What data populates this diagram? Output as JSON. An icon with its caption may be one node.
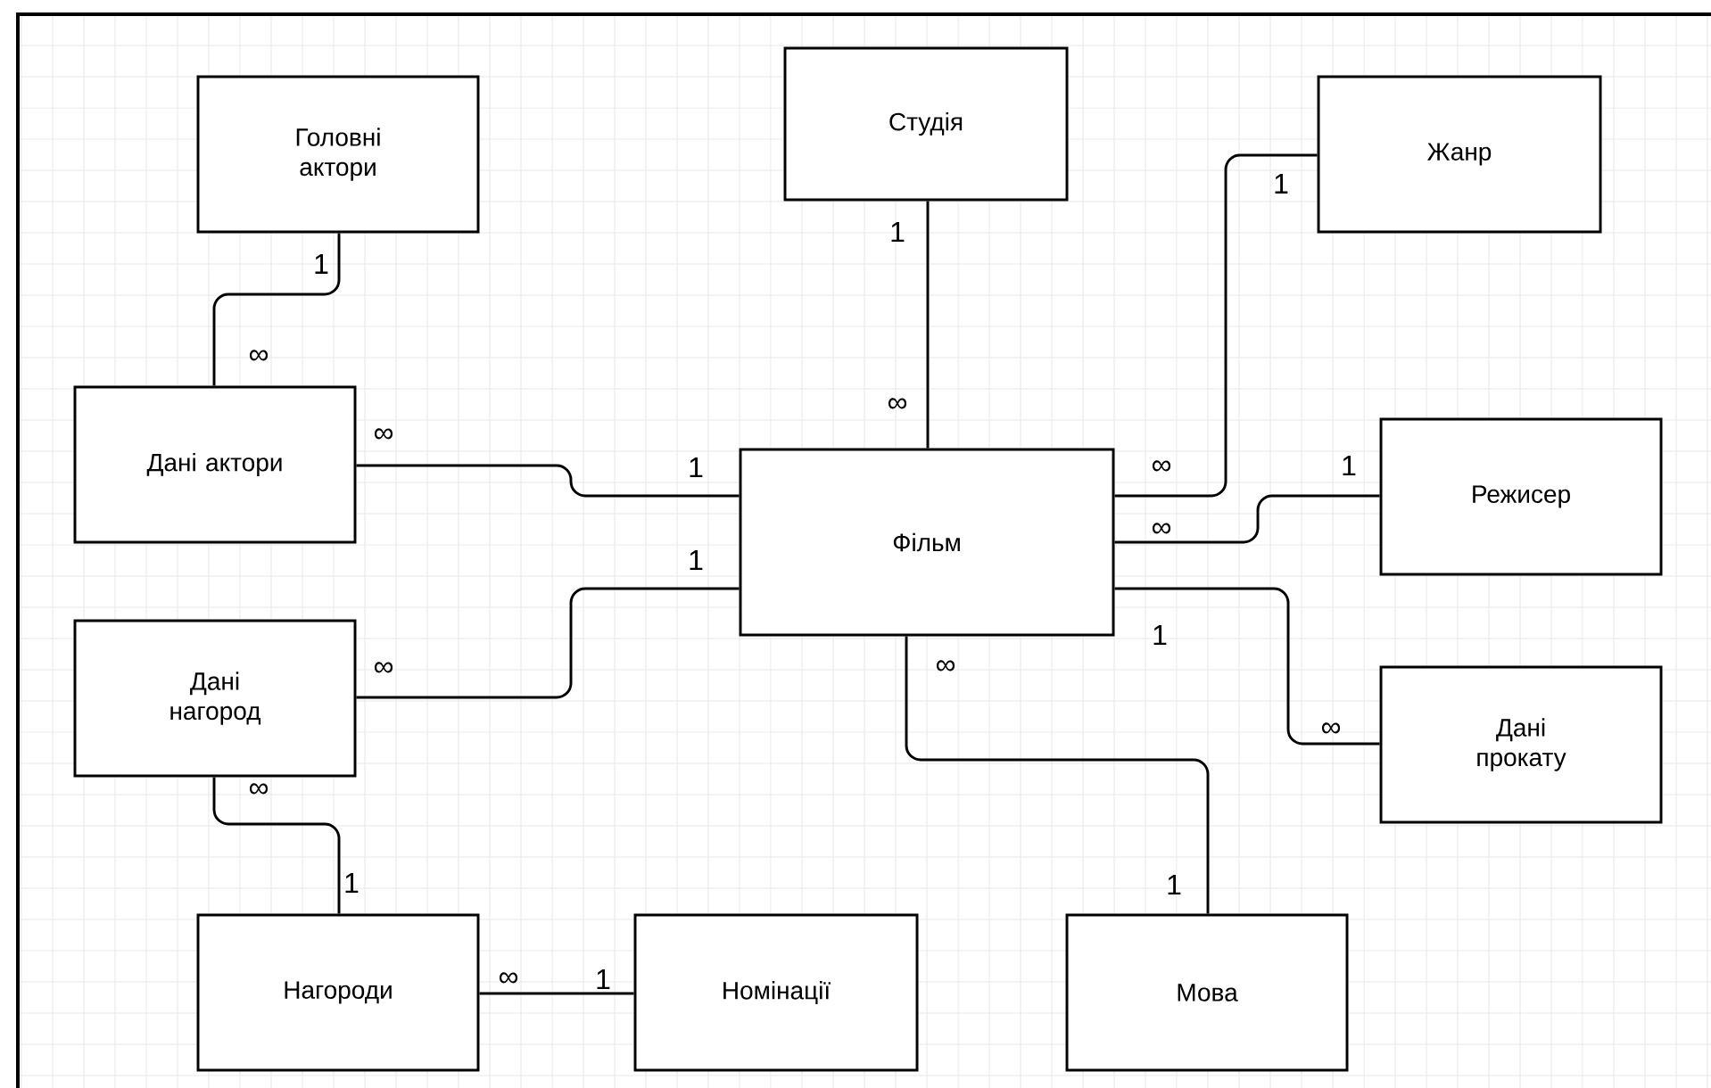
{
  "diagram": {
    "nodes": [
      {
        "text": [
          "Головні актори"
        ]
      },
      {
        "text": [
          "Студія"
        ]
      },
      {
        "text": [
          "Жанр"
        ]
      },
      {
        "text": [
          "Дані актори"
        ]
      },
      {
        "text": [
          "Фільм"
        ]
      },
      {
        "text": [
          "Режисер"
        ]
      },
      {
        "text": [
          "Дані нагород"
        ]
      },
      {
        "text": [
          "Дані прокату"
        ]
      },
      {
        "text": [
          "Нагороди"
        ]
      },
      {
        "text": [
          "Номінації"
        ]
      },
      {
        "text": [
          "Мова"
        ]
      }
    ],
    "edges": [
      {
        "from": 3,
        "to": 0,
        "arrow": "none"
      },
      {
        "from": 1,
        "to": 4,
        "arrow": "none"
      },
      {
        "from": 4,
        "to": 2,
        "arrow": "none"
      },
      {
        "from": 3,
        "to": 4,
        "arrow": "none"
      },
      {
        "from": 6,
        "to": 4,
        "arrow": "none"
      },
      {
        "from": 4,
        "to": 5,
        "arrow": "none"
      },
      {
        "from": 4,
        "to": 7,
        "arrow": "none"
      },
      {
        "from": 4,
        "to": 10,
        "arrow": "none"
      },
      {
        "from": 6,
        "to": 8,
        "arrow": "none"
      },
      {
        "from": 8,
        "to": 9,
        "arrow": "none"
      }
    ],
    "labels": [
      "1",
      "1",
      "∞",
      "1",
      "∞",
      "∞",
      "1",
      "∞",
      "1",
      "∞",
      "1",
      "∞",
      "1",
      "∞",
      "∞",
      "∞",
      "1",
      "1",
      "∞",
      "1"
    ]
  }
}
